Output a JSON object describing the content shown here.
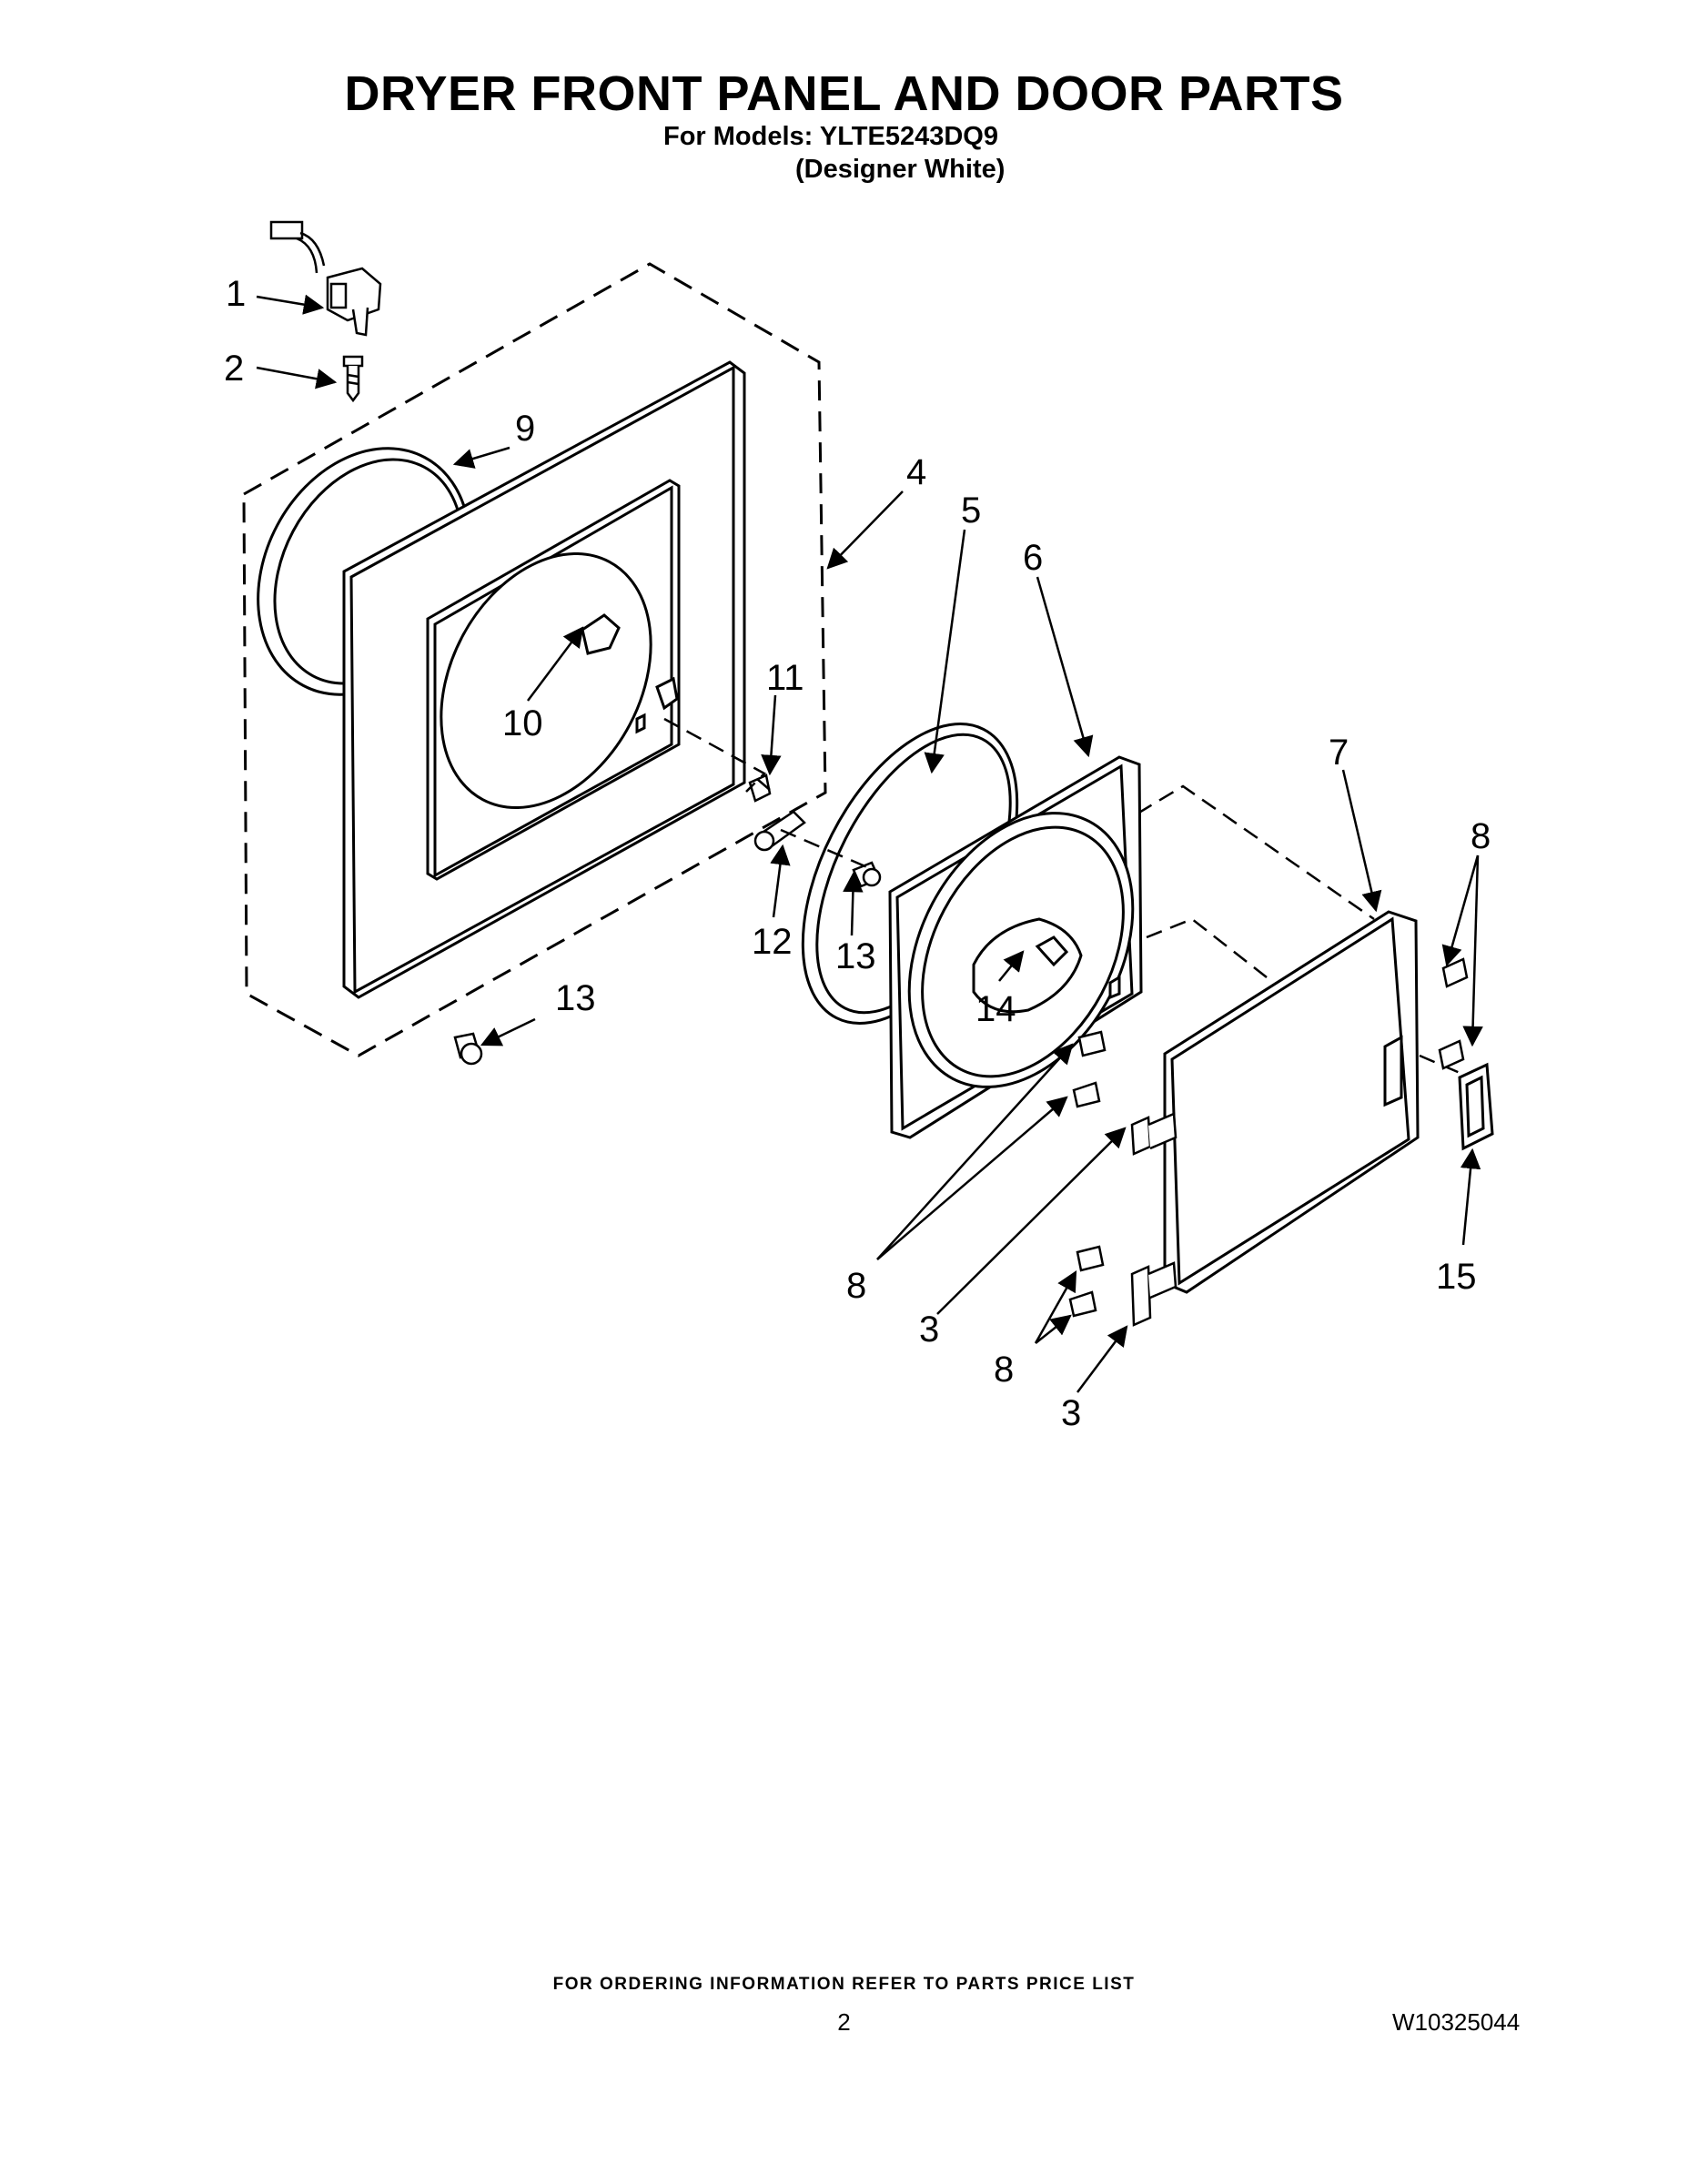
{
  "header": {
    "title": "DRYER FRONT PANEL AND DOOR PARTS",
    "models_line": "For Models: YLTE5243DQ9",
    "variant_line": "(Designer White)"
  },
  "callouts": [
    {
      "id": "c1",
      "label": "1"
    },
    {
      "id": "c2",
      "label": "2"
    },
    {
      "id": "c9",
      "label": "9"
    },
    {
      "id": "c4",
      "label": "4"
    },
    {
      "id": "c5",
      "label": "5"
    },
    {
      "id": "c6",
      "label": "6"
    },
    {
      "id": "c10",
      "label": "10"
    },
    {
      "id": "c11",
      "label": "11"
    },
    {
      "id": "c12",
      "label": "12"
    },
    {
      "id": "c13a",
      "label": "13"
    },
    {
      "id": "c13b",
      "label": "13"
    },
    {
      "id": "c14",
      "label": "14"
    },
    {
      "id": "c7",
      "label": "7"
    },
    {
      "id": "c8a",
      "label": "8"
    },
    {
      "id": "c8b",
      "label": "8"
    },
    {
      "id": "c3a",
      "label": "3"
    },
    {
      "id": "c8c",
      "label": "8"
    },
    {
      "id": "c3b",
      "label": "3"
    },
    {
      "id": "c15",
      "label": "15"
    }
  ],
  "footer": {
    "ordering_note": "FOR ORDERING INFORMATION REFER TO PARTS PRICE LIST",
    "page_number": "2",
    "document_number": "W10325044"
  }
}
